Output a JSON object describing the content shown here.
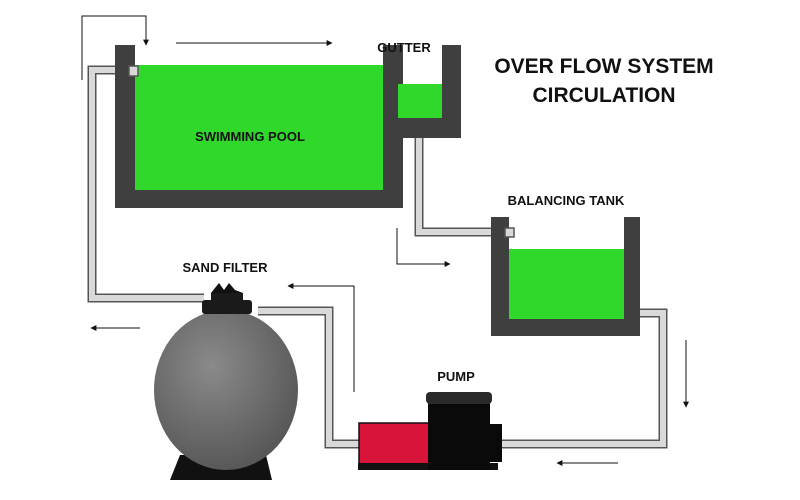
{
  "title": {
    "line1": "OVER FLOW SYSTEM",
    "line2": "CIRCULATION"
  },
  "labels": {
    "swimming_pool": "SWIMMING POOL",
    "gutter": "GUTTER",
    "balancing_tank": "BALANCING TANK",
    "sand_filter": "SAND FILTER",
    "pump": "PUMP"
  },
  "colors": {
    "water": "#2fd82b",
    "wall": "#3f3f3f",
    "pipe_fill": "#d9d9d9",
    "pipe_edge": "#555555",
    "filter_body": "#707070",
    "pump_motor": "#d8143a",
    "pump_body": "#0a0a0a",
    "arrow": "#111111"
  },
  "flow_direction": [
    "swimming-pool",
    "gutter",
    "balancing-tank",
    "pump",
    "sand-filter",
    "swimming-pool"
  ]
}
